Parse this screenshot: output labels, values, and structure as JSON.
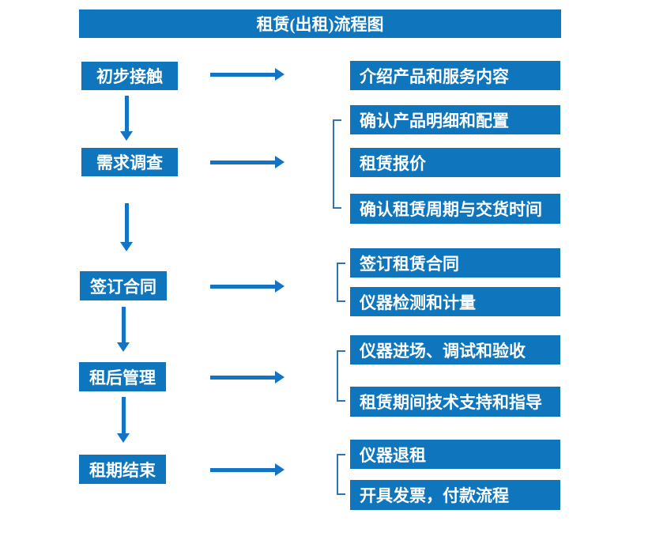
{
  "title": "租赁(出租)流程图",
  "colors": {
    "box_blue": "#0F75BC",
    "arrow_blue": "#1374C6",
    "bracket_blue": "#2E74B5",
    "text_white": "#ffffff",
    "background": "#ffffff"
  },
  "steps": [
    {
      "label": "初步接触",
      "outputs": [
        "介绍产品和服务内容"
      ]
    },
    {
      "label": "需求调查",
      "outputs": [
        "确认产品明细和配置",
        "租赁报价",
        "确认租赁周期与交货时间"
      ]
    },
    {
      "label": "签订合同",
      "outputs": [
        "签订租赁合同",
        "仪器检测和计量"
      ]
    },
    {
      "label": "租后管理",
      "outputs": [
        "仪器进场、调试和验收",
        "租赁期间技术支持和指导"
      ]
    },
    {
      "label": "租期结束",
      "outputs": [
        "仪器退租",
        "开具发票，付款流程"
      ]
    }
  ]
}
